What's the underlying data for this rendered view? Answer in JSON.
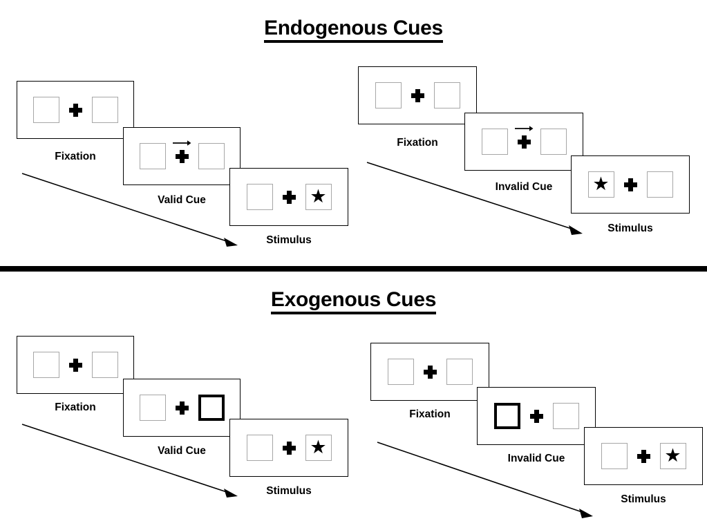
{
  "figure": {
    "background_color": "#ffffff",
    "line_color": "#000000",
    "box_border_color": "#a6a6a6",
    "cued_box_border_color": "#000000"
  },
  "sections": [
    {
      "id": "endogenous",
      "title": "Endogenous Cues",
      "cue_type": "arrow",
      "groups": [
        {
          "id": "endogenous-valid",
          "panels": [
            {
              "caption": "Fixation",
              "left_box": "empty",
              "right_box": "empty",
              "cue": "none",
              "arrow": "none"
            },
            {
              "caption": "Valid Cue",
              "left_box": "empty",
              "right_box": "empty",
              "cue": "arrow-right",
              "arrow": "right"
            },
            {
              "caption": "Stimulus",
              "left_box": "empty",
              "right_box": "star",
              "cue": "none",
              "arrow": "none"
            }
          ]
        },
        {
          "id": "endogenous-invalid",
          "panels": [
            {
              "caption": "Fixation",
              "left_box": "empty",
              "right_box": "empty",
              "cue": "none",
              "arrow": "none"
            },
            {
              "caption": "Invalid Cue",
              "left_box": "empty",
              "right_box": "empty",
              "cue": "arrow-right",
              "arrow": "right"
            },
            {
              "caption": "Stimulus",
              "left_box": "star",
              "right_box": "empty",
              "cue": "none",
              "arrow": "none"
            }
          ]
        }
      ]
    },
    {
      "id": "exogenous",
      "title": "Exogenous Cues",
      "cue_type": "box-highlight",
      "groups": [
        {
          "id": "exogenous-valid",
          "panels": [
            {
              "caption": "Fixation",
              "left_box": "empty",
              "right_box": "empty",
              "cue": "none",
              "arrow": "none"
            },
            {
              "caption": "Valid Cue",
              "left_box": "empty",
              "right_box": "cued",
              "cue": "right-box",
              "arrow": "none"
            },
            {
              "caption": "Stimulus",
              "left_box": "empty",
              "right_box": "star",
              "cue": "none",
              "arrow": "none"
            }
          ]
        },
        {
          "id": "exogenous-invalid",
          "panels": [
            {
              "caption": "Fixation",
              "left_box": "empty",
              "right_box": "empty",
              "cue": "none",
              "arrow": "none"
            },
            {
              "caption": "Invalid Cue",
              "left_box": "cued",
              "right_box": "empty",
              "cue": "left-box",
              "arrow": "none"
            },
            {
              "caption": "Stimulus",
              "left_box": "empty",
              "right_box": "star",
              "cue": "none",
              "arrow": "none"
            }
          ]
        }
      ]
    }
  ],
  "glyphs": {
    "star": "★",
    "fixation": "plus-sign",
    "cue_arrow": "arrow-right-icon",
    "flow_arrow": "time-flow-arrow-icon"
  }
}
